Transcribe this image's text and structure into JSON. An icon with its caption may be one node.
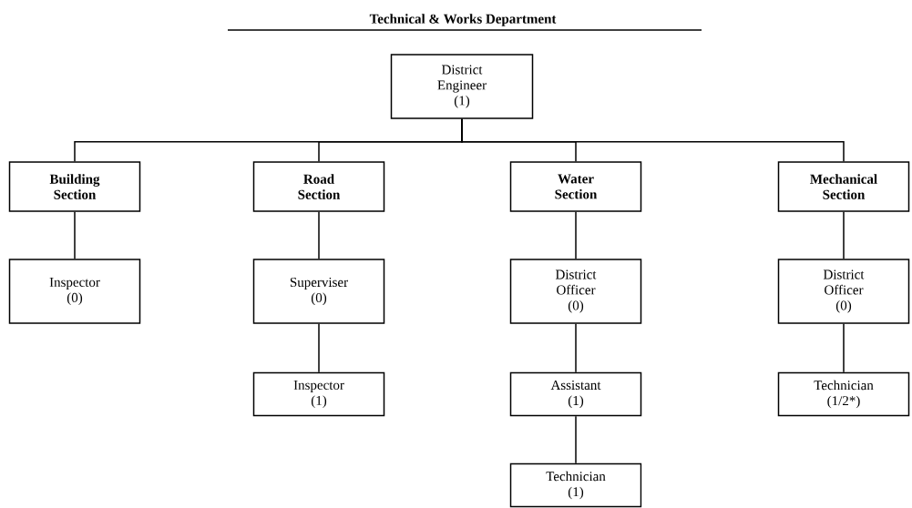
{
  "diagram": {
    "title": "Technical & Works Department",
    "nodes": [
      {
        "text": [
          "District Engineer (1)"
        ]
      },
      {
        "text": [
          "Building Section"
        ]
      },
      {
        "text": [
          "Road Section"
        ]
      },
      {
        "text": [
          "Water Section"
        ]
      },
      {
        "text": [
          "Mechanical Section"
        ]
      },
      {
        "text": [
          "Inspector (0)"
        ]
      },
      {
        "text": [
          "Superviser (0)"
        ]
      },
      {
        "text": [
          "Inspector (1)"
        ]
      },
      {
        "text": [
          "District Officer (0)"
        ]
      },
      {
        "text": [
          "Assistant (1)"
        ]
      },
      {
        "text": [
          "Technician (1)"
        ]
      },
      {
        "text": [
          "District Officer (0)"
        ]
      },
      {
        "text": [
          "Technician (1/2*)"
        ]
      }
    ],
    "edges": [
      {
        "from": 0,
        "to": 1,
        "arrow": "none"
      },
      {
        "from": 0,
        "to": 2,
        "arrow": "none"
      },
      {
        "from": 0,
        "to": 3,
        "arrow": "none"
      },
      {
        "from": 0,
        "to": 4,
        "arrow": "none"
      },
      {
        "from": 1,
        "to": 5,
        "arrow": "none"
      },
      {
        "from": 2,
        "to": 6,
        "arrow": "none"
      },
      {
        "from": 6,
        "to": 7,
        "arrow": "none"
      },
      {
        "from": 3,
        "to": 8,
        "arrow": "none"
      },
      {
        "from": 8,
        "to": 9,
        "arrow": "none"
      },
      {
        "from": 9,
        "to": 10,
        "arrow": "none"
      },
      {
        "from": 4,
        "to": 11,
        "arrow": "none"
      },
      {
        "from": 11,
        "to": 12,
        "arrow": "none"
      }
    ]
  }
}
